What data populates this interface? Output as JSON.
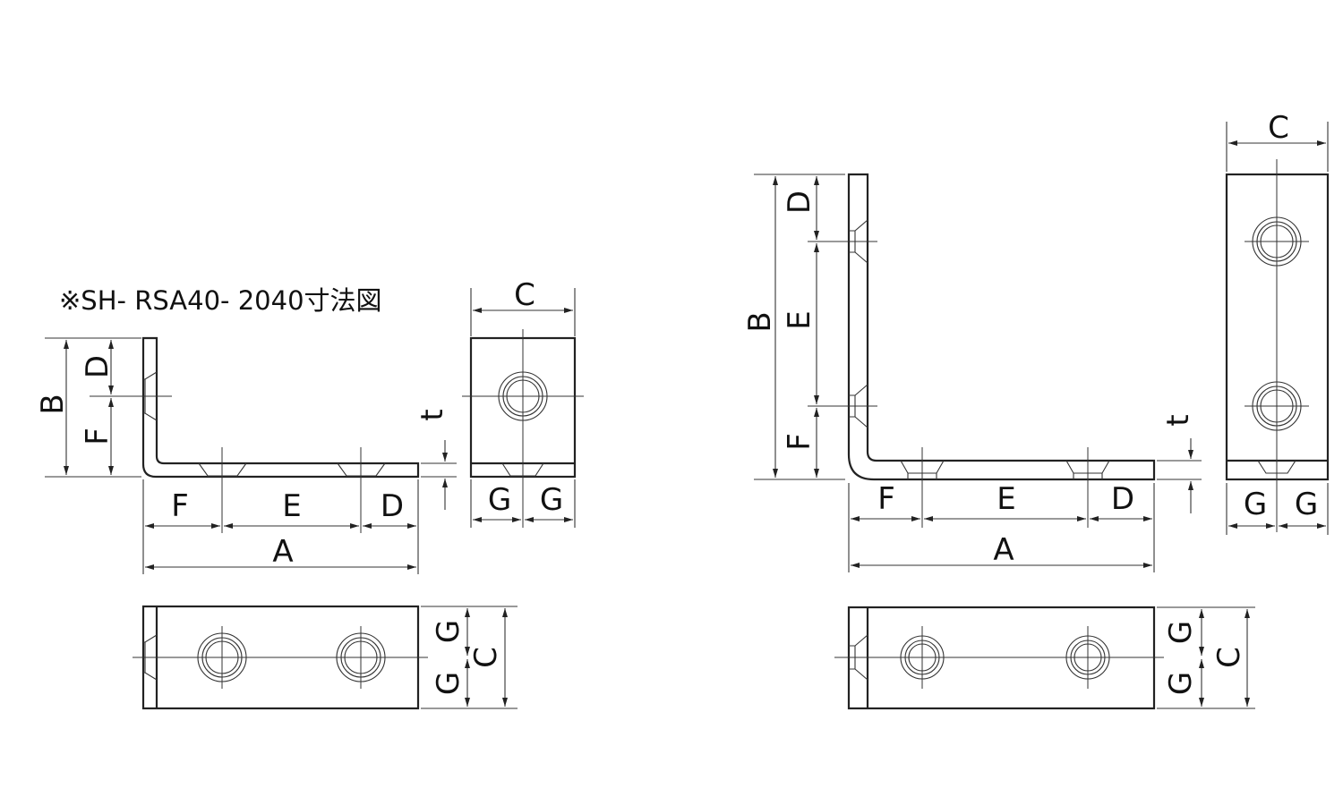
{
  "title": "※SH- RSA40- 2040寸法図",
  "labels": {
    "A": "A",
    "B": "B",
    "C": "C",
    "D": "D",
    "E": "E",
    "F": "F",
    "G": "G",
    "t": "t"
  }
}
